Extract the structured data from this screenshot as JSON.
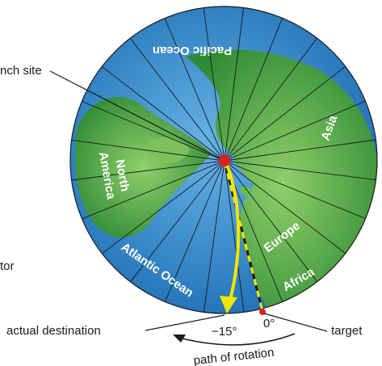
{
  "labels": {
    "launch_site": "nch site",
    "equator": "tor",
    "actual_destination": "actual destination",
    "target": "target",
    "path_of_rotation": "path of rotation",
    "angle_minus15": "−15°",
    "angle_zero": "0°"
  },
  "map_labels": {
    "pacific_ocean": "Pacific Ocean",
    "asia": "Asia",
    "north_america_line1": "North",
    "north_america_line2": "America",
    "atlantic_ocean": "Atlantic Ocean",
    "europe": "Europe",
    "africa": "Africa"
  },
  "colors": {
    "ocean": "#2f7fc4",
    "ocean_light": "#5aa6dd",
    "land": "#3c9a3a",
    "land_light": "#6cbf4f",
    "trajectory": "#f2e600",
    "pole": "#e02020",
    "grid": "#1a1a1a"
  },
  "icons": {
    "pole_marker": "red-star",
    "arrow": "yellow-arrow"
  }
}
